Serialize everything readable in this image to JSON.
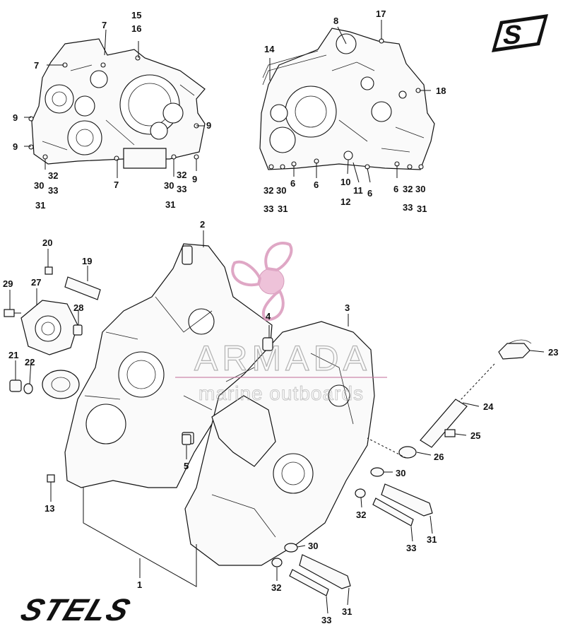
{
  "labels": {
    "l1": "1",
    "l2": "2",
    "l3": "3",
    "l4": "4",
    "l5": "5",
    "l6a": "6",
    "l6b": "6",
    "l6c": "6",
    "l6d": "6",
    "l7a": "7",
    "l7b": "7",
    "l7c": "7",
    "l8": "8",
    "l9a": "9",
    "l9b": "9",
    "l9c": "9",
    "l9d": "9",
    "l10": "10",
    "l11": "11",
    "l12": "12",
    "l13": "13",
    "l14": "14",
    "l15": "15",
    "l16": "16",
    "l17": "17",
    "l18": "18",
    "l19": "19",
    "l20": "20",
    "l21": "21",
    "l22": "22",
    "l23": "23",
    "l24": "24",
    "l25": "25",
    "l26": "26",
    "l27": "27",
    "l28": "28",
    "l29": "29",
    "l30a": "30",
    "l30b": "30",
    "l30c": "30",
    "l30d": "30",
    "l30e": "30",
    "l31a": "31",
    "l31b": "31",
    "l31c": "31",
    "l31d": "31",
    "l31e": "31",
    "l31f": "31",
    "l32a": "32",
    "l32b": "32",
    "l32c": "32",
    "l32d": "32",
    "l32e": "32",
    "l32f": "32",
    "l33a": "33",
    "l33b": "33",
    "l33c": "33",
    "l33d": "33",
    "l33e": "33",
    "l33f": "33"
  },
  "watermark": {
    "name": "ARMADA",
    "tagline": "marine outboards"
  },
  "brand": {
    "logo_text": "STELS",
    "badge_letter": "S"
  }
}
